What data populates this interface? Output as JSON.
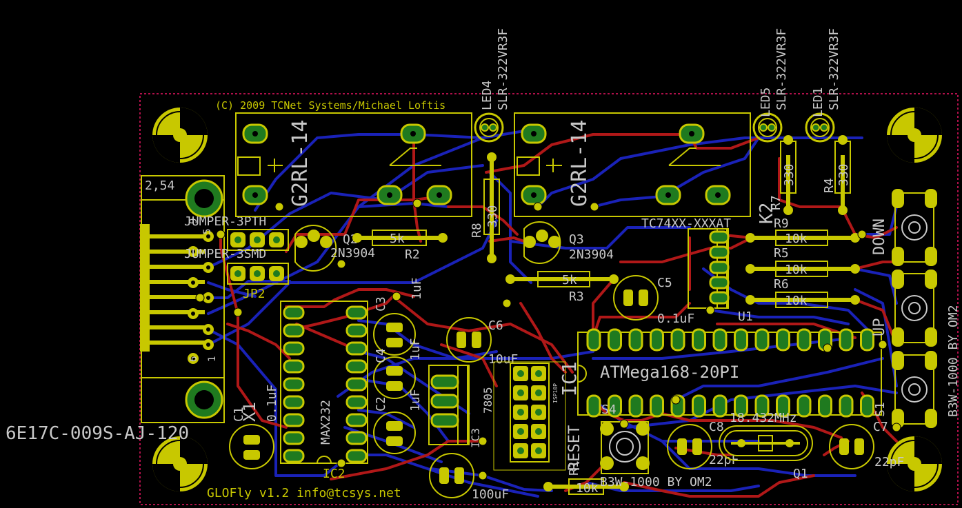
{
  "colors": {
    "background": "#000000",
    "top_copper": "#b01818",
    "bottom_copper": "#1a22b8",
    "pad": "#c8c800",
    "pad_green": "#1f7a1f",
    "silk_yellow": "#c8c800",
    "silk_grey": "#c8c8c8",
    "outline": "#b0104a",
    "drill": "#2a2a2a"
  },
  "texts": {
    "copyright": "(C) 2009 TCNet Systems/Michael Loftis",
    "footer": "GLOFly v1.2 info@tcsys.net",
    "connector_pn": "6E17C-009S-AJ-120",
    "connector_x": "X1",
    "pitch": "2,54",
    "pin9": "9",
    "pin5": "5",
    "pin6": "6",
    "pin1": "1",
    "jumper_pth": "JUMPER-3PTH",
    "jumper_smd": "JUMPER-3SMD",
    "jp2": "JP2",
    "relay1": "G2RL-14",
    "relay2": "G2RL-14",
    "k2": "K2",
    "led4": "LED4",
    "led5": "LED5",
    "led1": "LED1",
    "led_part_a": "SLR-322VR3F",
    "led_part_b": "SLR-322VR3F",
    "led_part_c": "SLR-322VR3F",
    "r8": "R8",
    "r8_val": "330",
    "r7": "R7",
    "r7_val": "330",
    "r4": "R4",
    "r4_val": "330",
    "q2": "Q2",
    "q2_part": "2N3904",
    "q3": "Q3",
    "q3_part": "2N3904",
    "r2": "R2",
    "r2_val": "5k",
    "r3": "R3",
    "r3_val": "5k",
    "r9": "R9",
    "r5": "R5",
    "r6": "R6",
    "r_10k": "10k",
    "r10k_b": "10k",
    "r10k_c": "10k",
    "u1_part": "TC74XX-XXXAT",
    "u1": "U1",
    "c5": "C5",
    "c5_val": "0.1uF",
    "c3": "C3",
    "c3_val": "1uF",
    "c4": "C4",
    "c4_val": "1uF",
    "c2": "C2",
    "c2_val": "1uF",
    "c1": "C1",
    "c1_val": "0.1uF",
    "c6": "C6",
    "c6_val": "10uF",
    "c100": "100uF",
    "c8": "C8",
    "c8_val": "22pF",
    "c7": "C7",
    "c7_val": "22pF",
    "ic2": "IC2",
    "ic2_part": "MAX232",
    "ic1": "IC1",
    "ic1_part": "ATMega168-20PI",
    "xtal": "18.432MHz",
    "q1": "Q1",
    "s4": "S4",
    "s1": "S1",
    "reset": "RESET",
    "r1": "R1",
    "r1_val": "10k",
    "b3w": "B3W-1000 BY OM2",
    "b3w_side": "B3W-1000 BY OM2",
    "down": "DOWN",
    "up": "UP",
    "isp": "ISP10P",
    "ic3": "IC3",
    "reg": "7805"
  }
}
